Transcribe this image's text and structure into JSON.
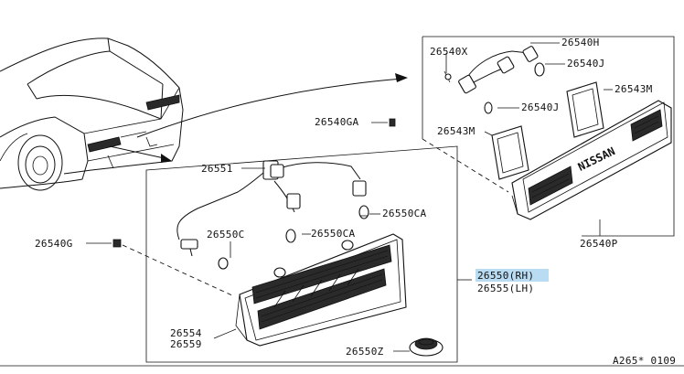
{
  "labels": {
    "p26540X": "26540X",
    "p26540H": "26540H",
    "p26540J_top": "26540J",
    "p26540J_mid": "26540J",
    "p26543M_right": "26543M",
    "p26543M_left": "26543M",
    "p26540GA": "26540GA",
    "p26540P": "26540P",
    "p26551": "26551",
    "p26550CA": "26550CA",
    "p26550C": "26550C",
    "p26550CA_low": "26550CA",
    "p26540G": "26540G",
    "p26550RH": "26550(RH)",
    "p26555LH": "26555(LH)",
    "p26554": "26554",
    "p26559": "26559",
    "p26550Z": "26550Z",
    "diagram_code": "A265* 0109"
  },
  "badge_text": "NISSAN",
  "highlight_color": "#b9dcf3"
}
